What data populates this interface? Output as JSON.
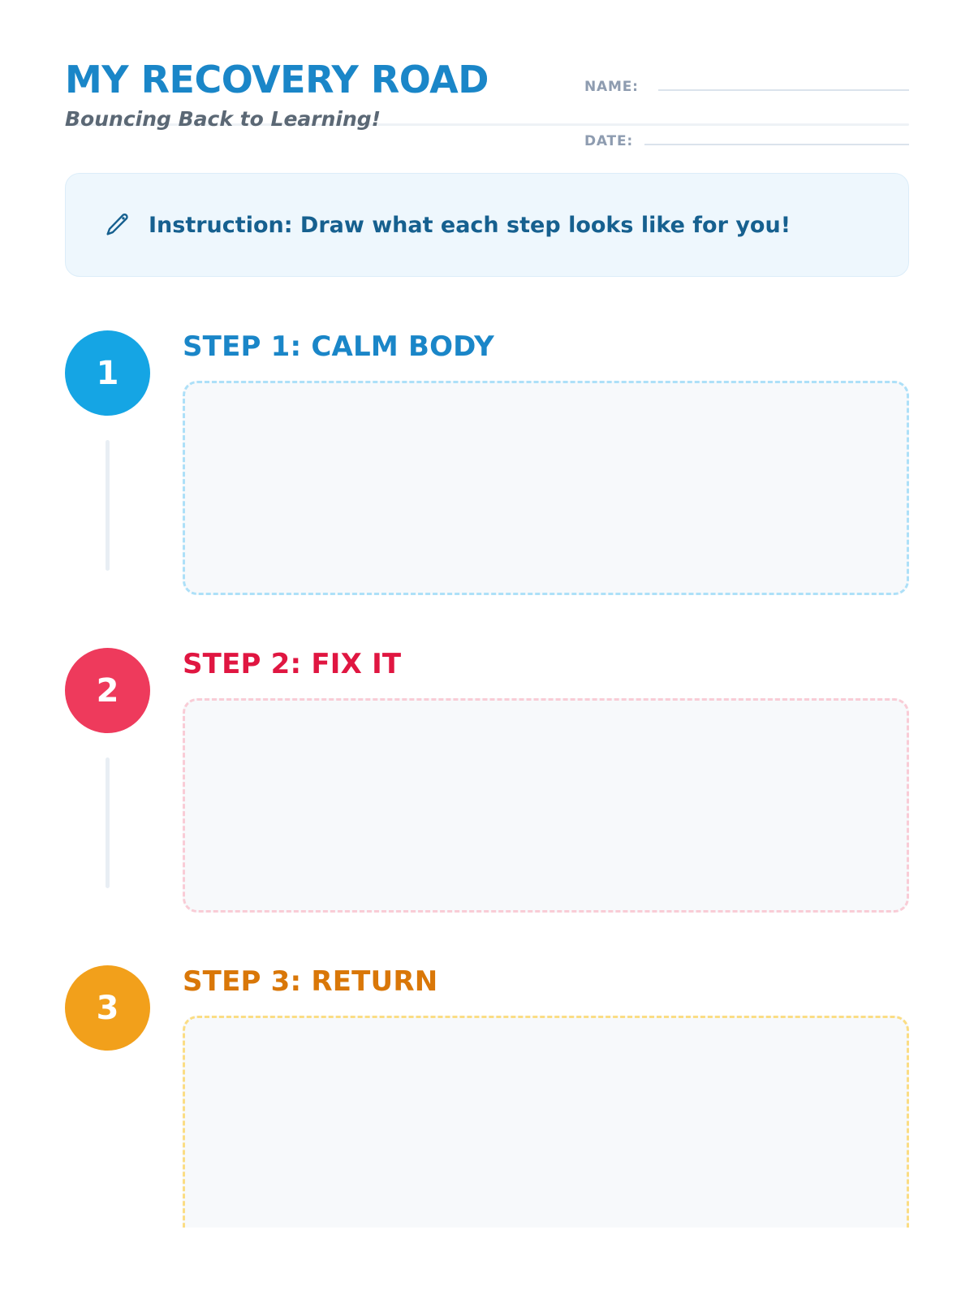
{
  "header": {
    "title": "MY RECOVERY ROAD",
    "subtitle": "Bouncing Back to Learning!",
    "name_label": "NAME:",
    "name_value": "",
    "date_label": "DATE:",
    "date_value": ""
  },
  "instruction": {
    "icon": "pencil-icon",
    "text": "Instruction: Draw what each step looks like for you!"
  },
  "steps": [
    {
      "number": "1",
      "title": "STEP 1: CALM BODY",
      "accent": "#15a5e4",
      "title_color": "#1a86c8",
      "box_border_color": "#ade0f8",
      "box_fill": "#f7f9fb",
      "drawing_value": ""
    },
    {
      "number": "2",
      "title": "STEP 2: FIX IT",
      "accent": "#ee3a5c",
      "title_color": "#e01641",
      "box_border_color": "#f9ccd6",
      "box_fill": "#f7f9fb",
      "drawing_value": ""
    },
    {
      "number": "3",
      "title": "STEP 3: RETURN",
      "accent": "#f2a01b",
      "title_color": "#d97708",
      "box_border_color": "#fbdd84",
      "box_fill": "#f7f9fb",
      "drawing_value": ""
    }
  ],
  "colors": {
    "page_background": "#ffffff",
    "banner_background": "#eef7fd",
    "banner_border": "#dcedf9",
    "banner_text": "#16608f",
    "divider": "#eef2f6",
    "meta_label": "#8e9cb0",
    "meta_line": "#dbe3ec",
    "connector": "#e8eef4",
    "subtitle": "#5b6875"
  }
}
